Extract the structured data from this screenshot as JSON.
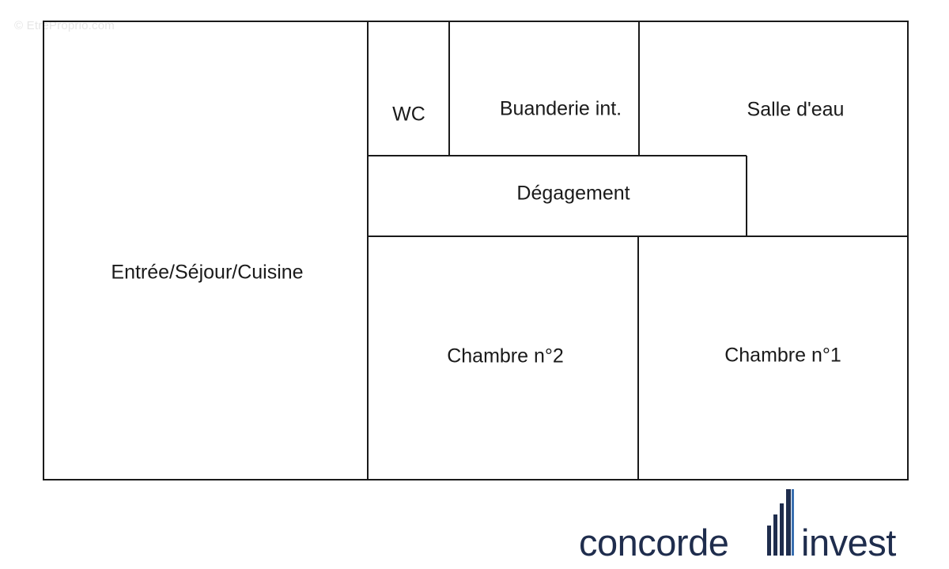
{
  "watermark": "© EtreProprio.com",
  "rooms": {
    "living": "Entrée/Séjour/Cuisine",
    "wc": "WC",
    "laundry": "Buanderie int.",
    "shower_room": "Salle d'eau",
    "hallway": "Dégagement",
    "bedroom2": "Chambre n°2",
    "bedroom1": "Chambre n°1"
  },
  "logo": {
    "left_word": "concorde",
    "right_word": "invest",
    "color": "#1f2d4d",
    "mark_color": "#1f2d4d",
    "accent_color": "#3a6fb0",
    "icon": "city-skyline-bars-icon"
  },
  "colors": {
    "wall": "#1a1a1a",
    "background": "#ffffff"
  }
}
